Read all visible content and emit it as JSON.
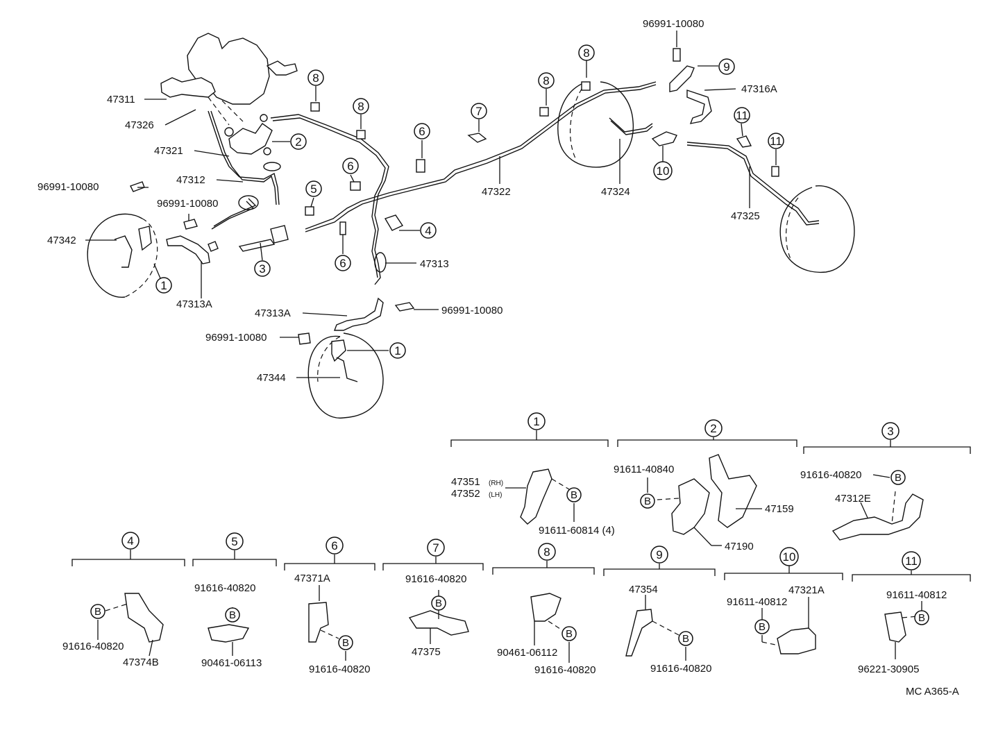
{
  "parts_main": {
    "p47311": "47311",
    "p47326": "47326",
    "p47321": "47321",
    "p47312": "47312",
    "clip_left1": "96991-10080",
    "clip_left2": "96991-10080",
    "p47342": "47342",
    "p47313A_left": "47313A",
    "p47322": "47322",
    "p47324": "47324",
    "p47325": "47325",
    "p47316A": "47316A",
    "clip_top_right": "96991-10080",
    "p47313": "47313",
    "p47313A_mid": "47313A",
    "clip_mid_right": "96991-10080",
    "clip_mid_left": "96991-10080",
    "p47344": "47344"
  },
  "callouts": {
    "c1": "1",
    "c2": "2",
    "c3": "3",
    "c4": "4",
    "c5": "5",
    "c6": "6",
    "c7": "7",
    "c8": "8",
    "c9": "9",
    "c10": "10",
    "c11": "11",
    "b": "B"
  },
  "details": {
    "d1": {
      "header": "1",
      "a": "47351",
      "a_note": "(RH)",
      "b": "47352",
      "b_note": "(LH)",
      "bolt": "91611-60814 (4)"
    },
    "d2": {
      "header": "2",
      "bolt": "91611-40840",
      "bracket": "47159",
      "valve": "47190"
    },
    "d3": {
      "header": "3",
      "bolt": "91616-40820",
      "part": "47312E"
    },
    "d4": {
      "header": "4",
      "bolt": "91616-40820",
      "part": "47374B"
    },
    "d5": {
      "header": "5",
      "bolt": "91616-40820",
      "part": "90461-06113"
    },
    "d6": {
      "header": "6",
      "part": "47371A",
      "bolt": "91616-40820"
    },
    "d7": {
      "header": "7",
      "bolt": "91616-40820",
      "part": "47375"
    },
    "d8": {
      "header": "8",
      "part": "90461-06112",
      "bolt": "91616-40820"
    },
    "d9": {
      "header": "9",
      "part": "47354",
      "bolt": "91616-40820"
    },
    "d10": {
      "header": "10",
      "bolt": "91611-40812",
      "part": "47321A"
    },
    "d11": {
      "header": "11",
      "bolt": "91611-40812",
      "part": "96221-30905"
    }
  },
  "footer": {
    "code": "MC A365-A"
  }
}
